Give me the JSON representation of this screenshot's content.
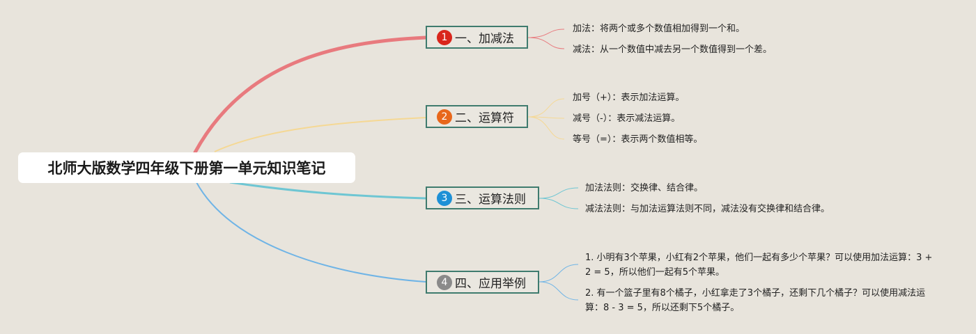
{
  "title": "北师大版数学四年级下册第一单元知识笔记",
  "colors": {
    "background": "#e8e4dc",
    "branch_border": "#3f7b6e",
    "branch1": "#e87a7e",
    "branch2": "#f5d894",
    "branch3": "#6ec6d3",
    "branch4": "#6fb4e6"
  },
  "branches": [
    {
      "number": "1",
      "label": "一、加减法",
      "badge_color": "#d9261c",
      "items": [
        "加法：将两个或多个数值相加得到一个和。",
        "减法：从一个数值中减去另一个数值得到一个差。"
      ]
    },
    {
      "number": "2",
      "label": "二、运算符",
      "badge_color": "#e8671b",
      "items": [
        "加号（+）：表示加法运算。",
        "减号（-）：表示减法运算。",
        "等号（=）：表示两个数值相等。"
      ]
    },
    {
      "number": "3",
      "label": "三、运算法则",
      "badge_color": "#1e90d6",
      "items": [
        "加法法则：交换律、结合律。",
        "减法法则：与加法运算法则不同，减法没有交换律和结合律。"
      ]
    },
    {
      "number": "4",
      "label": "四、应用举例",
      "badge_color": "#8a8a8a",
      "items": [
        "1. 小明有3个苹果，小红有2个苹果，他们一起有多少个苹果？可以使用加法运算：3 + 2 = 5，所以他们一起有5个苹果。",
        "2. 有一个篮子里有8个橘子，小红拿走了3个橘子，还剩下几个橘子？可以使用减法运算：8 - 3 = 5，所以还剩下5个橘子。"
      ]
    }
  ]
}
